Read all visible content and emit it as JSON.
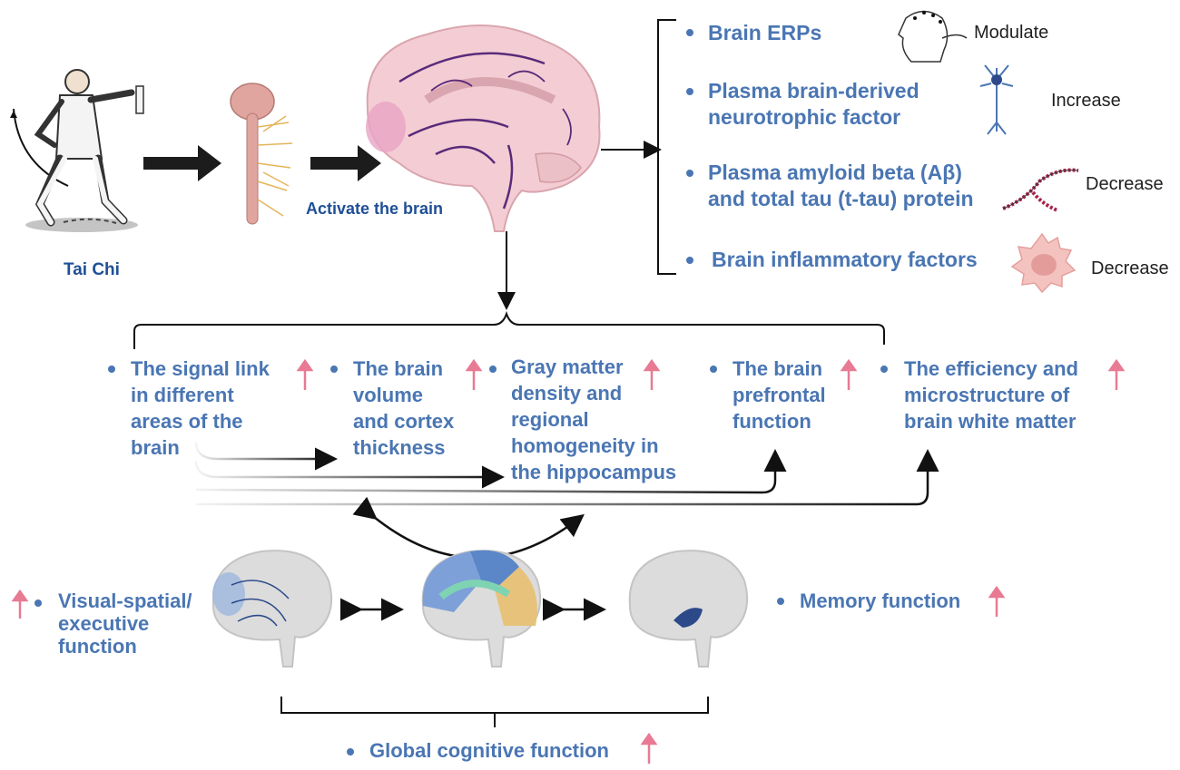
{
  "tai_chi_label": "Tai Chi",
  "activate_label": "Activate the brain",
  "effects": [
    {
      "text": "Brain ERPs",
      "label": "Modulate"
    },
    {
      "text": "Plasma brain-derived\nneurotrophic factor",
      "label": "Increase"
    },
    {
      "text": "Plasma amyloid beta (Aβ)\nand total tau (t-tau) protein",
      "label": "Decrease"
    },
    {
      "text": "Brain inflammatory factors",
      "label": "Decrease"
    }
  ],
  "brain_changes": [
    "The signal link\nin different\nareas of the\nbrain",
    "The brain\nvolume\nand cortex\nthickness",
    "Gray matter\ndensity and\nregional\nhomogeneity in\nthe hippocampus",
    "The brain\nprefrontal\nfunction",
    "The efficiency and\nmicrostructure of\nbrain white matter"
  ],
  "cognitive": {
    "visual_spatial": "Visual-spatial/\nexecutive\nfunction",
    "memory": "Memory function",
    "global": "Global cognitive function"
  },
  "colors": {
    "text_blue": "#4a76b3",
    "navy": "#1f4f96",
    "increase_arrow": "#e87a93",
    "brain_pink": "#f2c4cc",
    "vessel_purple": "#5a2a7a"
  }
}
